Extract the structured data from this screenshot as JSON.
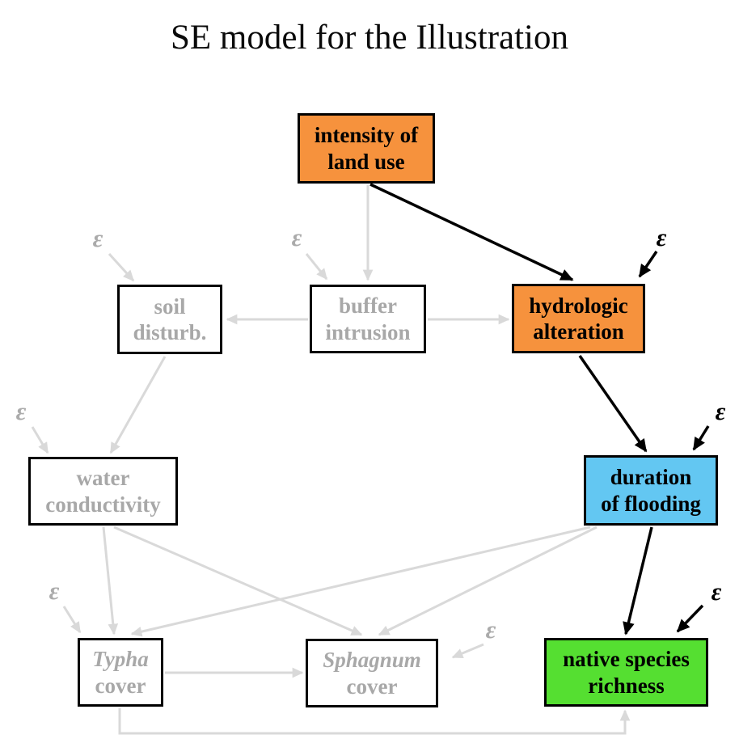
{
  "title": "SE model for the Illustration",
  "epsilon": "ε",
  "colors": {
    "orange": "#F6923D",
    "blue": "#63C7F2",
    "green": "#55DF31",
    "gray_line": "#D9D9D9",
    "gray_text": "#A8A8A8",
    "black": "#000000"
  },
  "nodes": {
    "intensity": {
      "line1": "intensity of",
      "line2": "land use",
      "fill": "#F6923D"
    },
    "soil": {
      "line1": "soil",
      "line2": "disturb.",
      "fill": "#FFFFFF"
    },
    "buffer": {
      "line1": "buffer",
      "line2": "intrusion",
      "fill": "#FFFFFF"
    },
    "hydrologic": {
      "line1": "hydrologic",
      "line2": "alteration",
      "fill": "#F6923D"
    },
    "water": {
      "line1": "water",
      "line2": "conductivity",
      "fill": "#FFFFFF"
    },
    "duration": {
      "line1": "duration",
      "line2": "of flooding",
      "fill": "#63C7F2"
    },
    "typha": {
      "line1": "Typha",
      "line2": "cover",
      "fill": "#FFFFFF"
    },
    "sphagnum": {
      "line1": "Sphagnum",
      "line2": "cover",
      "fill": "#FFFFFF"
    },
    "native": {
      "line1": "native species",
      "line2": "richness",
      "fill": "#55DF31"
    }
  },
  "edges": [
    {
      "from": "intensity",
      "to": "buffer",
      "style": "gray"
    },
    {
      "from": "intensity",
      "to": "hydrologic",
      "style": "black"
    },
    {
      "from": "buffer",
      "to": "soil",
      "style": "gray"
    },
    {
      "from": "buffer",
      "to": "hydrologic",
      "style": "gray"
    },
    {
      "from": "soil",
      "to": "water",
      "style": "gray"
    },
    {
      "from": "hydrologic",
      "to": "duration",
      "style": "black"
    },
    {
      "from": "water",
      "to": "typha",
      "style": "gray"
    },
    {
      "from": "water",
      "to": "sphagnum",
      "style": "gray"
    },
    {
      "from": "duration",
      "to": "typha",
      "style": "gray"
    },
    {
      "from": "duration",
      "to": "sphagnum",
      "style": "gray"
    },
    {
      "from": "duration",
      "to": "native",
      "style": "black"
    },
    {
      "from": "typha",
      "to": "sphagnum",
      "style": "gray"
    },
    {
      "from": "typha",
      "to": "native",
      "style": "gray"
    },
    {
      "from": "epsilon",
      "to": "soil",
      "style": "gray"
    },
    {
      "from": "epsilon",
      "to": "buffer",
      "style": "gray"
    },
    {
      "from": "epsilon",
      "to": "hydrologic",
      "style": "black"
    },
    {
      "from": "epsilon",
      "to": "water",
      "style": "gray"
    },
    {
      "from": "epsilon",
      "to": "duration",
      "style": "black"
    },
    {
      "from": "epsilon",
      "to": "typha",
      "style": "gray"
    },
    {
      "from": "epsilon",
      "to": "sphagnum",
      "style": "gray"
    },
    {
      "from": "epsilon",
      "to": "native",
      "style": "black"
    }
  ]
}
